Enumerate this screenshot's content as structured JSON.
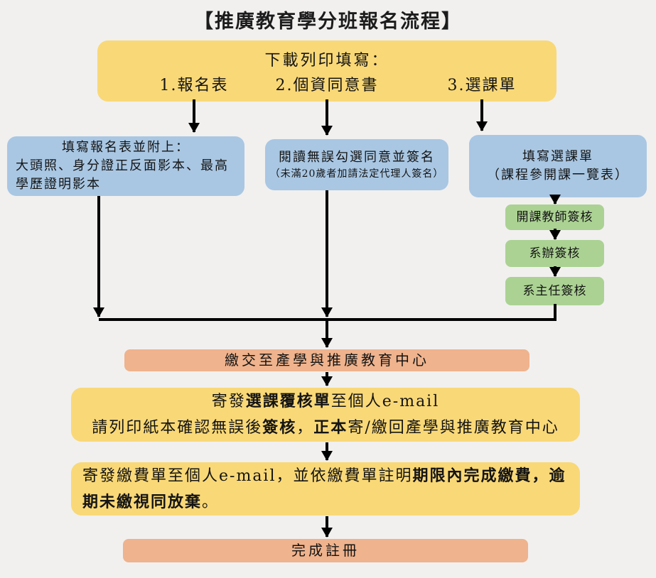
{
  "title": "【推廣教育學分班報名流程】",
  "colors": {
    "background": "#f1f0ef",
    "yellow_box": "#f9d877",
    "blue_box": "#a9c7e3",
    "green_box": "#abd293",
    "orange_box": "#efb38d",
    "arrow": "#000000"
  },
  "flow": {
    "download_box": {
      "heading": "下載列印填寫：",
      "items": [
        "1.報名表",
        "2.個資同意書",
        "3.選課單"
      ]
    },
    "form_box": {
      "line1": "填寫報名表並附上：",
      "line2": "大頭照、身分證正反面影本、最高學歷證明影本"
    },
    "consent_box": {
      "line1": "閱讀無誤勾選同意並簽名",
      "line2": "（未滿20歲者加請法定代理人簽名）"
    },
    "course_box": {
      "line1": "填寫選課單",
      "line2": "（課程參開課一覽表）"
    },
    "approval_boxes": [
      "開課教師簽核",
      "系辦簽核",
      "系主任簽核"
    ],
    "submit_box": "繳交至產學與推廣教育中心",
    "review_box": {
      "line1": [
        {
          "text": "寄發",
          "bold": false
        },
        {
          "text": "選課覆核單",
          "bold": true
        },
        {
          "text": "至個人e-mail",
          "bold": false
        }
      ],
      "line2": [
        {
          "text": "請列印紙本確認無誤後",
          "bold": false
        },
        {
          "text": "簽核",
          "bold": true
        },
        {
          "text": "，",
          "bold": false
        },
        {
          "text": "正本",
          "bold": true
        },
        {
          "text": "寄/繳回產學與推廣教育中心",
          "bold": false
        }
      ]
    },
    "payment_box": {
      "text": [
        {
          "text": "寄發繳費單至個人e-mail，並依繳費單註明",
          "bold": false
        },
        {
          "text": "期限內完成繳費，逾期未繳視同放棄",
          "bold": true
        },
        {
          "text": "。",
          "bold": false
        }
      ]
    },
    "complete_box": "完成註冊"
  }
}
